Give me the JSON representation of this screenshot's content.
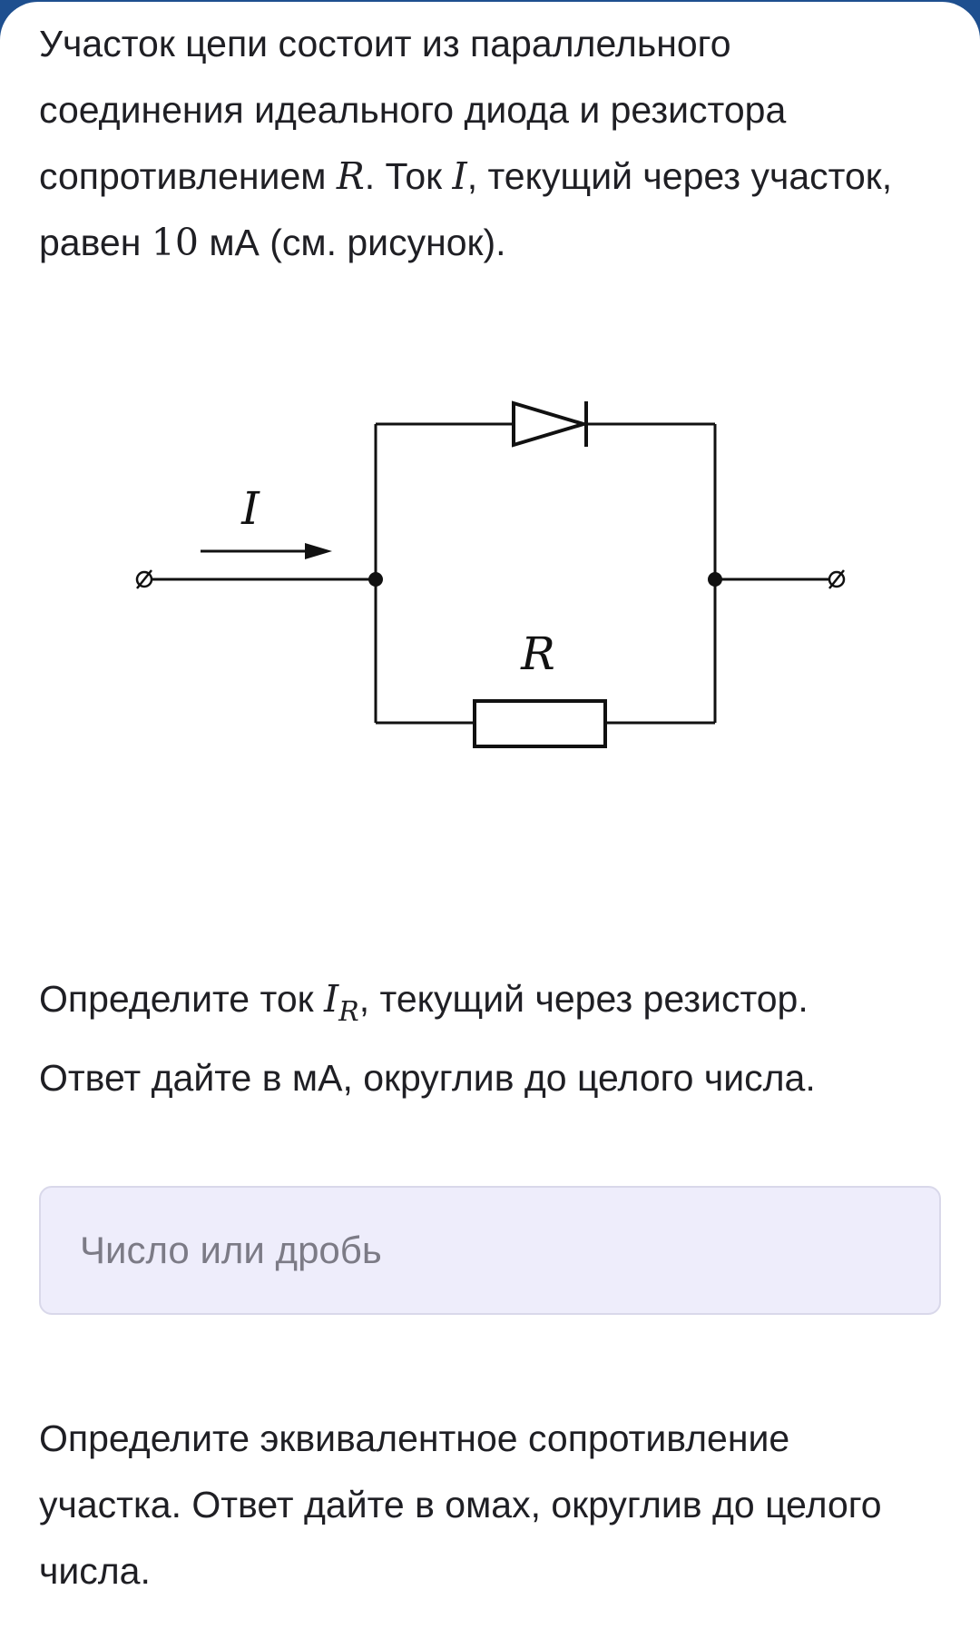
{
  "problem": {
    "intro_line1": "Участок цепи состоит из параллельного",
    "intro_line2": "соединения идеального диода и резистора",
    "intro_line3a": "сопротивлением ",
    "resistor_symbol": "R",
    "intro_line3b": ". Ток ",
    "current_symbol": "I",
    "intro_line3c": ", текущий через участок,",
    "intro_line4a": "равен ",
    "current_value": "10",
    "intro_line4b": " мА (см. рисунок)."
  },
  "diagram": {
    "current_label": "I",
    "resistor_label": "R"
  },
  "question1": {
    "text_a": "Определите ток ",
    "symbol": "I",
    "subscript": "R",
    "text_b": ", текущий через резистор.",
    "text_c": "Ответ дайте в мА, округлив до целого числа."
  },
  "answer1": {
    "placeholder": "Число или дробь",
    "value": ""
  },
  "question2": {
    "line1": "Определите эквивалентное сопротивление",
    "line2": "участка. Ответ дайте в омах, округлив до целого",
    "line3": "числа."
  },
  "colors": {
    "header_bar": "#1e4f8f",
    "input_background": "#eeedfb",
    "text": "#1f1f24",
    "placeholder": "#7c7b86"
  }
}
